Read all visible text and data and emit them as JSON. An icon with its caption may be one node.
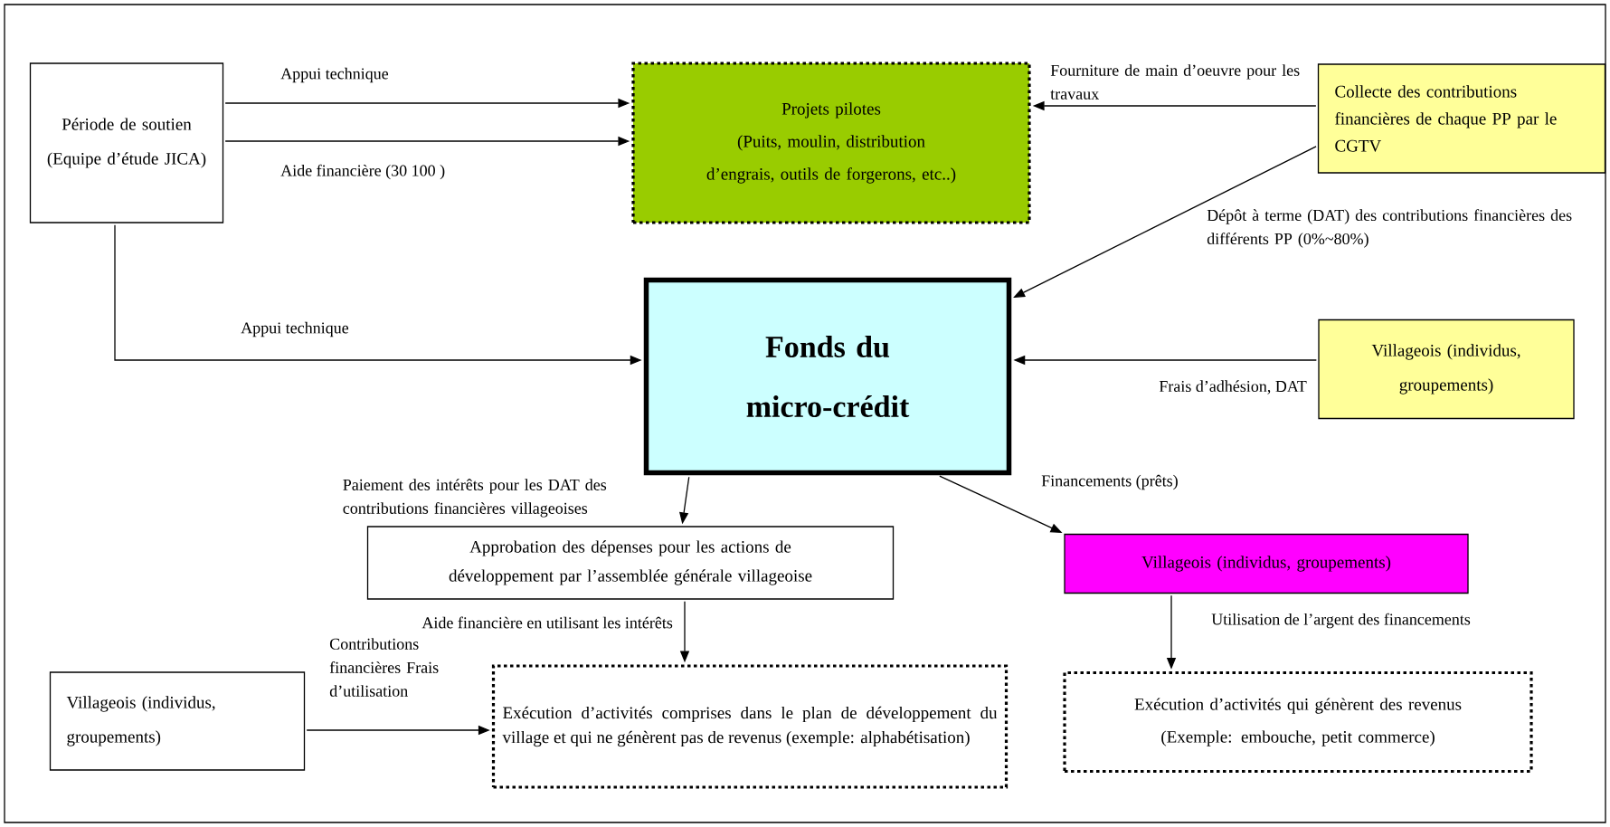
{
  "diagram": {
    "nodes": [
      {
        "text": [
          "Période de soutien (Equipe d’étude JICA)"
        ]
      },
      {
        "text": [
          "Projets pilotes",
          "(Puits, moulin, distribution d’engrais, outils de forgerons, etc..)"
        ]
      },
      {
        "text": [
          "Collecte des contributions financières de chaque PP par le CGTV"
        ]
      },
      {
        "text": [
          "Fonds du micro-crédit"
        ]
      },
      {
        "text": [
          "Villageois (individus, groupements)"
        ]
      },
      {
        "text": [
          "Approbation des dépenses pour les actions de développement par l’assemblée générale villageoise"
        ]
      },
      {
        "text": [
          "Villageois (individus, groupements)"
        ]
      },
      {
        "text": [
          "Villageois (individus, groupements)"
        ]
      },
      {
        "text": [
          "Exécution d’activités comprises dans le plan de développement du village et qui ne génèrent pas de revenus (exemple: alphabétisation)"
        ]
      },
      {
        "text": [
          "Exécution d’activités qui génèrent des revenus (Exemple: embouche, petit commerce)"
        ]
      }
    ],
    "edges": [
      {
        "from": 0,
        "to": 1,
        "arrow": "to",
        "label": "Appui technique"
      },
      {
        "from": 0,
        "to": 1,
        "arrow": "to",
        "label": "Aide financière (30 100 )"
      },
      {
        "from": 2,
        "to": 1,
        "arrow": "to",
        "label": "Fourniture de main d’oeuvre pour les travaux"
      },
      {
        "from": 2,
        "to": 3,
        "arrow": "to",
        "label": "Dépôt à terme (DAT) des contributions financières des différents PP (0%~80%)"
      },
      {
        "from": 0,
        "to": 3,
        "arrow": "to",
        "label": "Appui technique"
      },
      {
        "from": 4,
        "to": 3,
        "arrow": "to",
        "label": "Frais d’adhésion, DAT"
      },
      {
        "from": 3,
        "to": 5,
        "arrow": "to",
        "label": "Paiement des intérêts pour les DAT des contributions financières villageoises"
      },
      {
        "from": 3,
        "to": 6,
        "arrow": "to",
        "label": "Financements (prêts)"
      },
      {
        "from": 5,
        "to": 8,
        "arrow": "to",
        "label": "Aide financière en utilisant les intérêts"
      },
      {
        "from": 7,
        "to": 8,
        "arrow": "to",
        "label": "Contributions financières Frais d’utilisation"
      },
      {
        "from": 6,
        "to": 9,
        "arrow": "to",
        "label": "Utilisation de l’argent des financements"
      }
    ]
  }
}
